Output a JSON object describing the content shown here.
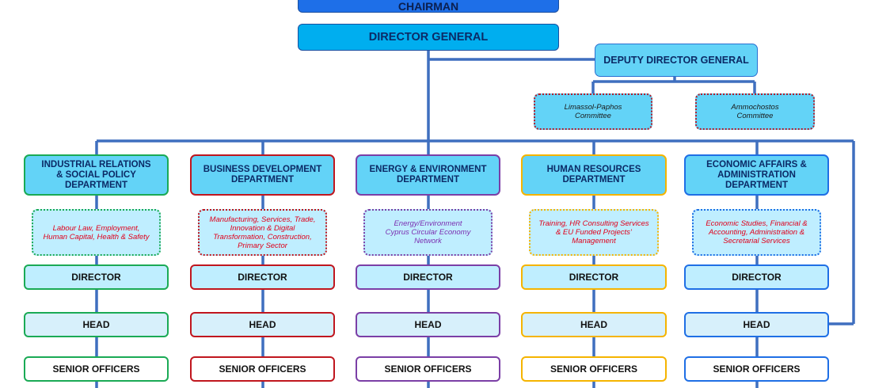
{
  "colors": {
    "line": "#3f6fbf",
    "departments": [
      "#1aaa55",
      "#c0161e",
      "#7b3fa6",
      "#f5b400",
      "#1f6fe5"
    ],
    "focus_text": [
      "#e0001a",
      "#e0001a",
      "#7b2fb0",
      "#e0001a",
      "#e0001a"
    ],
    "committee_border": "#b01d2c"
  },
  "chairman": "CHAIRMAN",
  "director_general": "DIRECTOR GENERAL",
  "deputy_director_general": "DEPUTY DIRECTOR GENERAL",
  "committees": [
    {
      "line1": "Limassol-Paphos",
      "line2": "Committee"
    },
    {
      "line1": "Ammochostos",
      "line2": "Committee"
    }
  ],
  "departments": [
    {
      "title": [
        "INDUSTRIAL RELATIONS",
        "& SOCIAL POLICY",
        "DEPARTMENT"
      ],
      "focus": [
        "Labour Law, Employment,",
        "Human Capital, Health & Safety"
      ],
      "director": "DIRECTOR",
      "head": "HEAD",
      "senior": "SENIOR OFFICERS"
    },
    {
      "title": [
        "BUSINESS DEVELOPMENT",
        "DEPARTMENT"
      ],
      "focus": [
        "Manufacturing, Services, Trade,",
        "Innovation & Digital",
        "Transformation, Construction,",
        "Primary Sector"
      ],
      "director": "DIRECTOR",
      "head": "HEAD",
      "senior": "SENIOR OFFICERS"
    },
    {
      "title": [
        "ENERGY & ENVIRONMENT",
        "DEPARTMENT"
      ],
      "focus": [
        "Energy/Environment",
        "Cyprus Circular Economy",
        "Network"
      ],
      "director": "DIRECTOR",
      "head": "HEAD",
      "senior": "SENIOR OFFICERS"
    },
    {
      "title": [
        "HUMAN RESOURCES",
        "DEPARTMENT"
      ],
      "focus": [
        "Training, HR Consulting Services",
        "& EU Funded Projects’",
        "Management"
      ],
      "director": "DIRECTOR",
      "head": "HEAD",
      "senior": "SENIOR OFFICERS"
    },
    {
      "title": [
        "ECONOMIC AFFAIRS &",
        "ADMINISTRATION",
        "DEPARTMENT"
      ],
      "focus": [
        "Economic Studies, Financial &",
        "Accounting, Administration &",
        "Secretarial Services"
      ],
      "director": "DIRECTOR",
      "head": "HEAD",
      "senior": "SENIOR OFFICERS"
    }
  ]
}
